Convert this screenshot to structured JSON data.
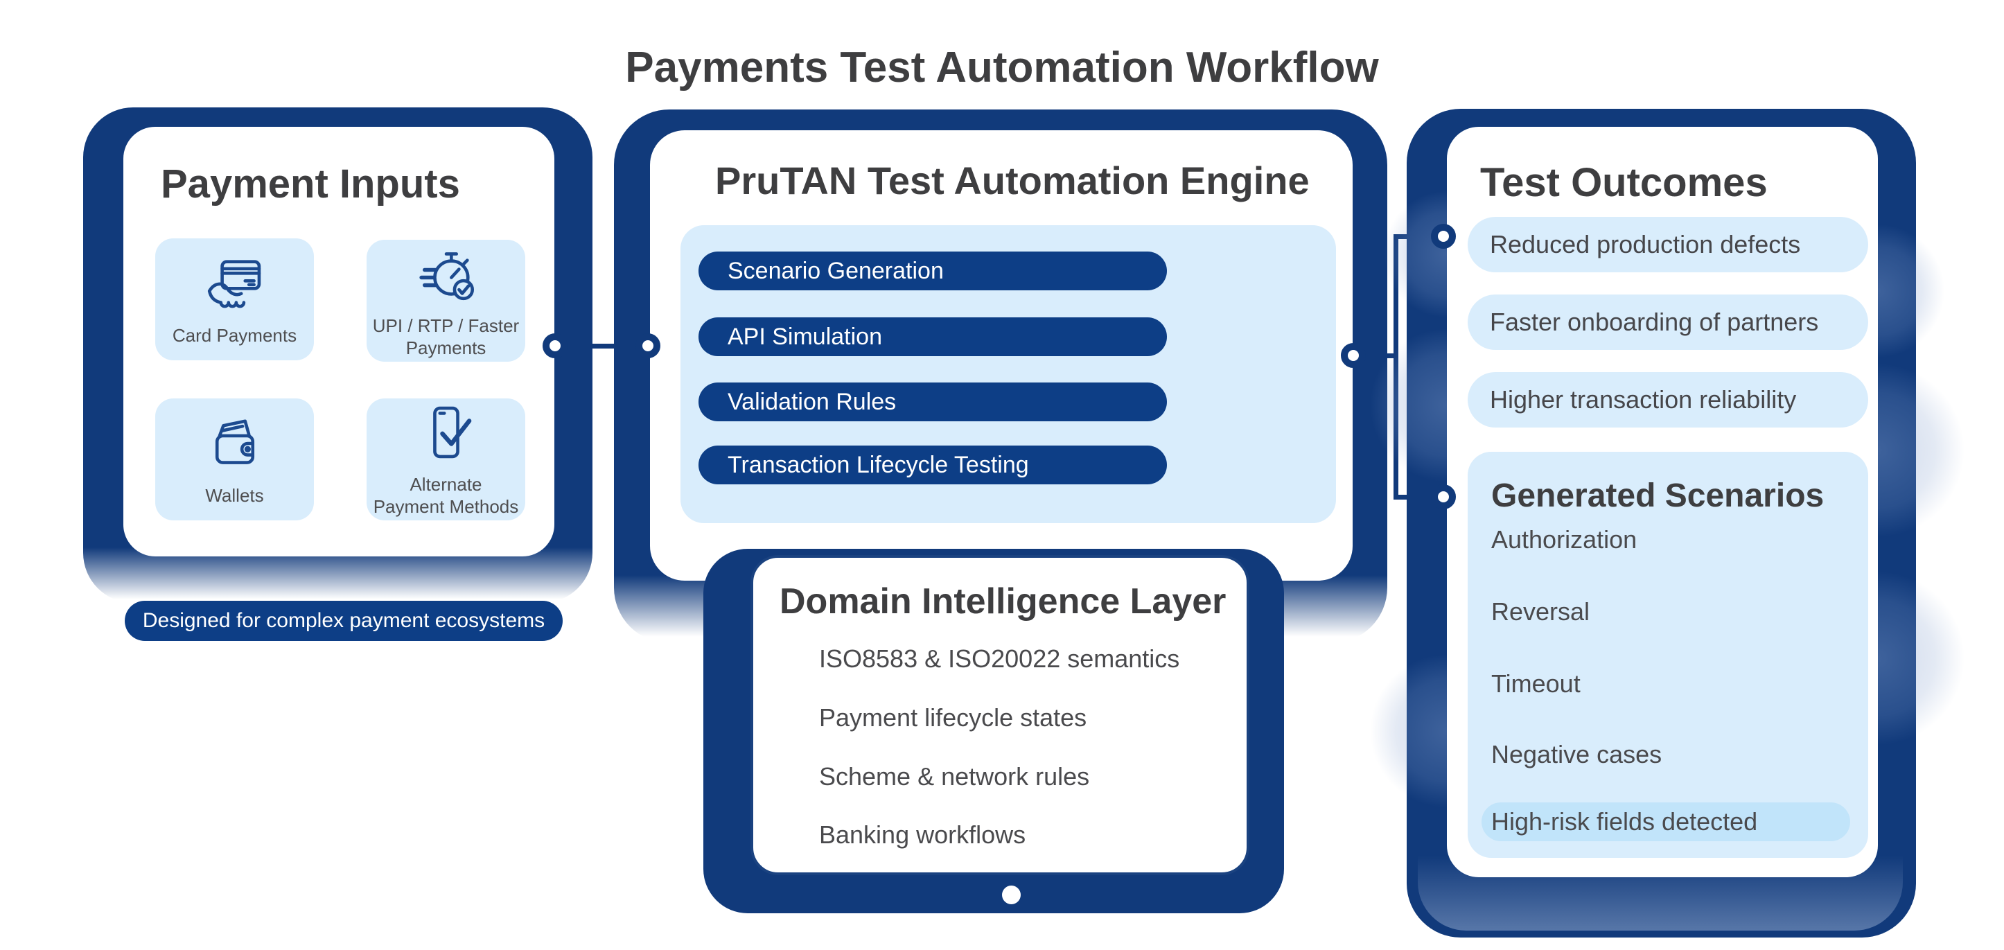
{
  "page_title": "Payments Test Automation Workflow",
  "colors": {
    "frame_navy": "#113a7b",
    "pill_navy": "#0d3e86",
    "light_blue": "#d9edfc",
    "highlight_blue": "#c1e4fa",
    "title_gray": "#3e3e40",
    "body_gray": "#4a4a4d",
    "white": "#ffffff"
  },
  "left_panel": {
    "title": "Payment Inputs",
    "tiles": [
      {
        "label": "Card Payments",
        "icon": "card-payments-icon"
      },
      {
        "label": "UPI / RTP / Faster Payments",
        "icon": "upi-rtp-faster-payments-icon"
      },
      {
        "label": "Wallets",
        "icon": "wallets-icon"
      },
      {
        "label": "Alternate Payment Methods",
        "icon": "alternate-payment-methods-icon"
      }
    ],
    "banner": "Designed for complex payment ecosystems"
  },
  "center_panel": {
    "title": "PruTAN Test Automation Engine",
    "pills": [
      "Scenario Generation",
      "API Simulation",
      "Validation Rules",
      "Transaction Lifecycle Testing"
    ]
  },
  "domain_layer": {
    "title": "Domain Intelligence Layer",
    "items": [
      "ISO8583 & ISO20022 semantics",
      "Payment lifecycle states",
      "Scheme & network rules",
      "Banking workflows"
    ]
  },
  "right_panel": {
    "title": "Test Outcomes",
    "outcomes": [
      "Reduced production defects",
      "Faster onboarding of partners",
      "Higher transaction reliability"
    ],
    "scenarios": {
      "title": "Generated Scenarios",
      "items": [
        "Authorization",
        "Reversal",
        "Timeout",
        "Negative cases"
      ],
      "highlight": "High-risk fields detected"
    }
  }
}
